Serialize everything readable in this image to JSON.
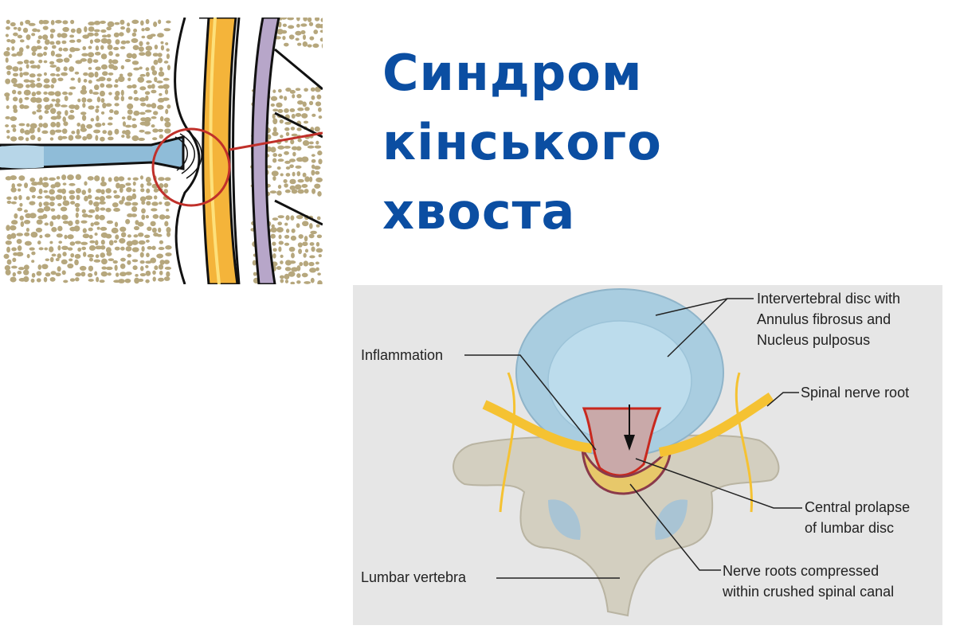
{
  "title": {
    "lines": [
      "Синдром",
      "кінського",
      "хвоста"
    ],
    "color": "#0b4ea2"
  },
  "diagram": {
    "labels": {
      "disc": [
        "Intervertebral disc with",
        "Annulus fibrosus and",
        "Nucleus pulposus"
      ],
      "inflammation": "Inflammation",
      "spinal_nerve_root": "Spinal nerve root",
      "central_prolapse": [
        "Central prolapse",
        "of lumbar disc"
      ],
      "lumbar_vertebra": "Lumbar vertebra",
      "nerve_roots": [
        "Nerve roots compressed",
        "within crushed spinal canal"
      ]
    }
  },
  "colors": {
    "bone": "#b6a77d",
    "disc": "#a9cde0",
    "nerve": "#f5c232",
    "inflammation": "#c8281e",
    "vertebra": "#d3cfc0",
    "background": "#e6e6e6"
  }
}
